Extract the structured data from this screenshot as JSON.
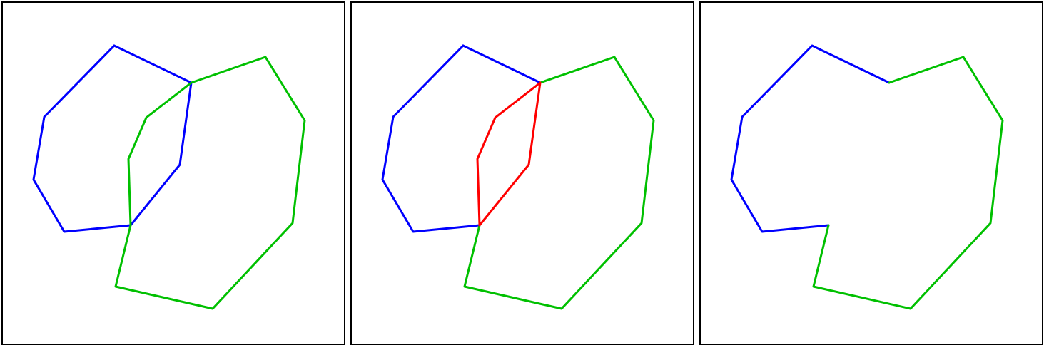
{
  "colors": {
    "polygon_a": "#0000ff",
    "polygon_b": "#00c000",
    "overlap": "#ff0000",
    "border": "#000000",
    "background": "#ffffff"
  },
  "panels": [
    {
      "name": "panel-overlapping-polygons",
      "polygon_a": [
        [
          156,
          60
        ],
        [
          264,
          112
        ],
        [
          248,
          227
        ],
        [
          179,
          312
        ],
        [
          86,
          321
        ],
        [
          43,
          248
        ],
        [
          58,
          160
        ]
      ],
      "polygon_b": [
        [
          264,
          112
        ],
        [
          368,
          76
        ],
        [
          423,
          165
        ],
        [
          406,
          309
        ],
        [
          294,
          429
        ],
        [
          158,
          398
        ],
        [
          179,
          312
        ],
        [
          176,
          219
        ],
        [
          201,
          161
        ]
      ],
      "overlap": null
    },
    {
      "name": "panel-overlap-highlighted",
      "polygon_a": [
        [
          156,
          60
        ],
        [
          264,
          112
        ]
      ],
      "polygon_a_tail": [
        [
          179,
          312
        ],
        [
          86,
          321
        ],
        [
          43,
          248
        ],
        [
          58,
          160
        ],
        [
          156,
          60
        ]
      ],
      "polygon_b": [
        [
          264,
          112
        ],
        [
          368,
          76
        ],
        [
          423,
          165
        ],
        [
          406,
          309
        ],
        [
          294,
          429
        ],
        [
          158,
          398
        ],
        [
          179,
          312
        ]
      ],
      "overlap": [
        [
          264,
          112
        ],
        [
          248,
          227
        ],
        [
          179,
          312
        ],
        [
          176,
          219
        ],
        [
          201,
          161
        ],
        [
          264,
          112
        ]
      ]
    },
    {
      "name": "panel-union",
      "polygon_a": [
        [
          179,
          312
        ],
        [
          86,
          321
        ],
        [
          43,
          248
        ],
        [
          58,
          160
        ],
        [
          156,
          60
        ],
        [
          264,
          112
        ]
      ],
      "polygon_b": [
        [
          264,
          112
        ],
        [
          368,
          76
        ],
        [
          423,
          165
        ],
        [
          406,
          309
        ],
        [
          294,
          429
        ],
        [
          158,
          398
        ],
        [
          179,
          312
        ]
      ],
      "overlap": null
    }
  ]
}
